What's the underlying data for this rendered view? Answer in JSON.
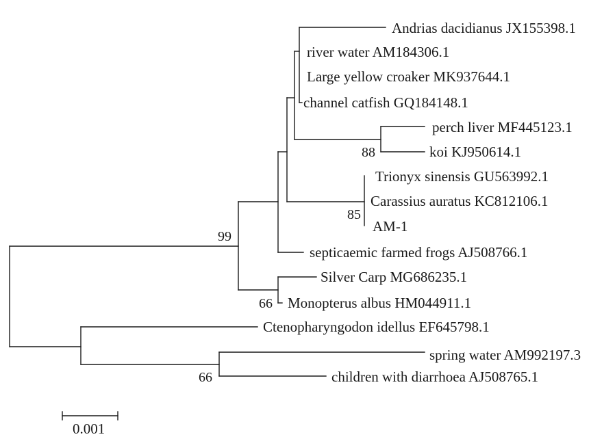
{
  "taxa": [
    {
      "id": "andrias",
      "label": "Andrias dacidianus JX155398.1"
    },
    {
      "id": "river",
      "label": "river water AM184306.1"
    },
    {
      "id": "croaker",
      "label": "Large yellow croaker MK937644.1"
    },
    {
      "id": "catfish",
      "label": "channel catfish GQ184148.1"
    },
    {
      "id": "perch",
      "label": "perch liver MF445123.1"
    },
    {
      "id": "koi",
      "label": "koi KJ950614.1"
    },
    {
      "id": "trionyx",
      "label": "Trionyx sinensis GU563992.1"
    },
    {
      "id": "carassius",
      "label": "Carassius auratus KC812106.1"
    },
    {
      "id": "am1",
      "label": "AM-1"
    },
    {
      "id": "frogs",
      "label": "septicaemic farmed frogs AJ508766.1"
    },
    {
      "id": "silvercarp",
      "label": "Silver Carp MG686235.1"
    },
    {
      "id": "monopterus",
      "label": "Monopterus albus HM044911.1"
    },
    {
      "id": "ctenopharyngodon",
      "label": "Ctenopharyngodon idellus EF645798.1"
    },
    {
      "id": "spring",
      "label": "spring water AM992197.3"
    },
    {
      "id": "children",
      "label": "children with diarrhoea AJ508765.1"
    }
  ],
  "bootstrap": [
    "88",
    "85",
    "99",
    "66",
    "66"
  ],
  "scale_bar": {
    "label": "0.001"
  }
}
